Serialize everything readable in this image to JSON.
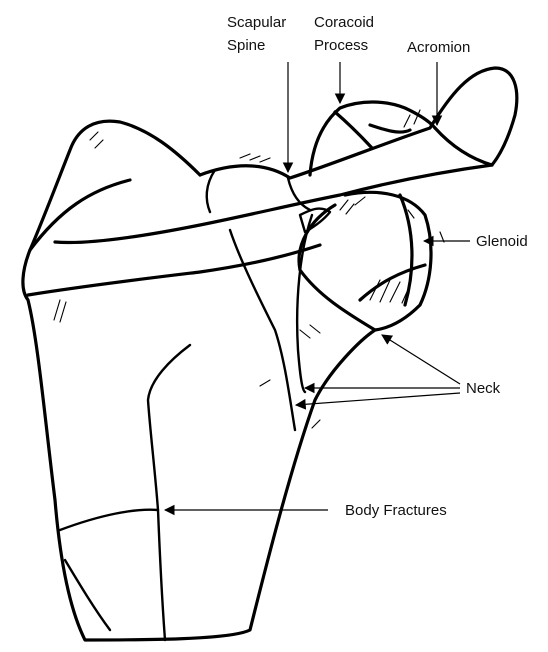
{
  "labels": {
    "scapular_spine_line1": "Scapular",
    "scapular_spine_line2": "Spine",
    "coracoid_line1": "Coracoid",
    "coracoid_line2": "Process",
    "acromion": "Acromion",
    "glenoid": "Glenoid",
    "neck": "Neck",
    "body_fractures": "Body Fractures"
  }
}
